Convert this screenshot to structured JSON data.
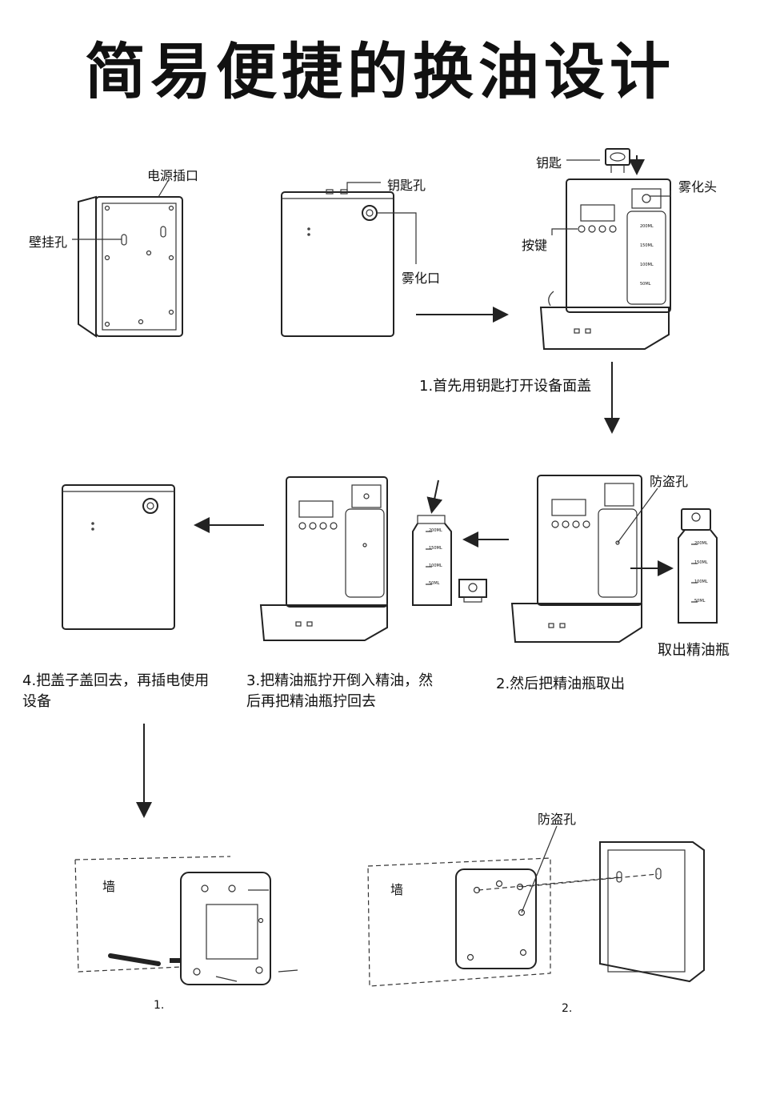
{
  "title": "简易便捷的换油设计",
  "labels": {
    "power_port": "电源插口",
    "wall_hook": "壁挂孔",
    "keyhole": "钥匙孔",
    "spray_port": "雾化口",
    "key": "钥匙",
    "atomizer_head": "雾化头",
    "button": "按键",
    "anti_theft_1": "防盗孔",
    "take_out_bottle": "取出精油瓶",
    "anti_theft_2": "防盗孔",
    "wall_1": "墙",
    "wall_2": "墙",
    "fig1": "1.",
    "fig2": "2."
  },
  "steps": {
    "step1": "1.首先用钥匙打开设备面盖",
    "step2": "2.然后把精油瓶取出",
    "step3_line1": "3.把精油瓶拧开倒入精油，然",
    "step3_line2": "后再把精油瓶拧回去",
    "step4_line1": "4.把盖子盖回去，再插电使用",
    "step4_line2": "设备"
  },
  "bottle_marks": [
    "200ML",
    "150ML",
    "100ML",
    "50ML"
  ]
}
